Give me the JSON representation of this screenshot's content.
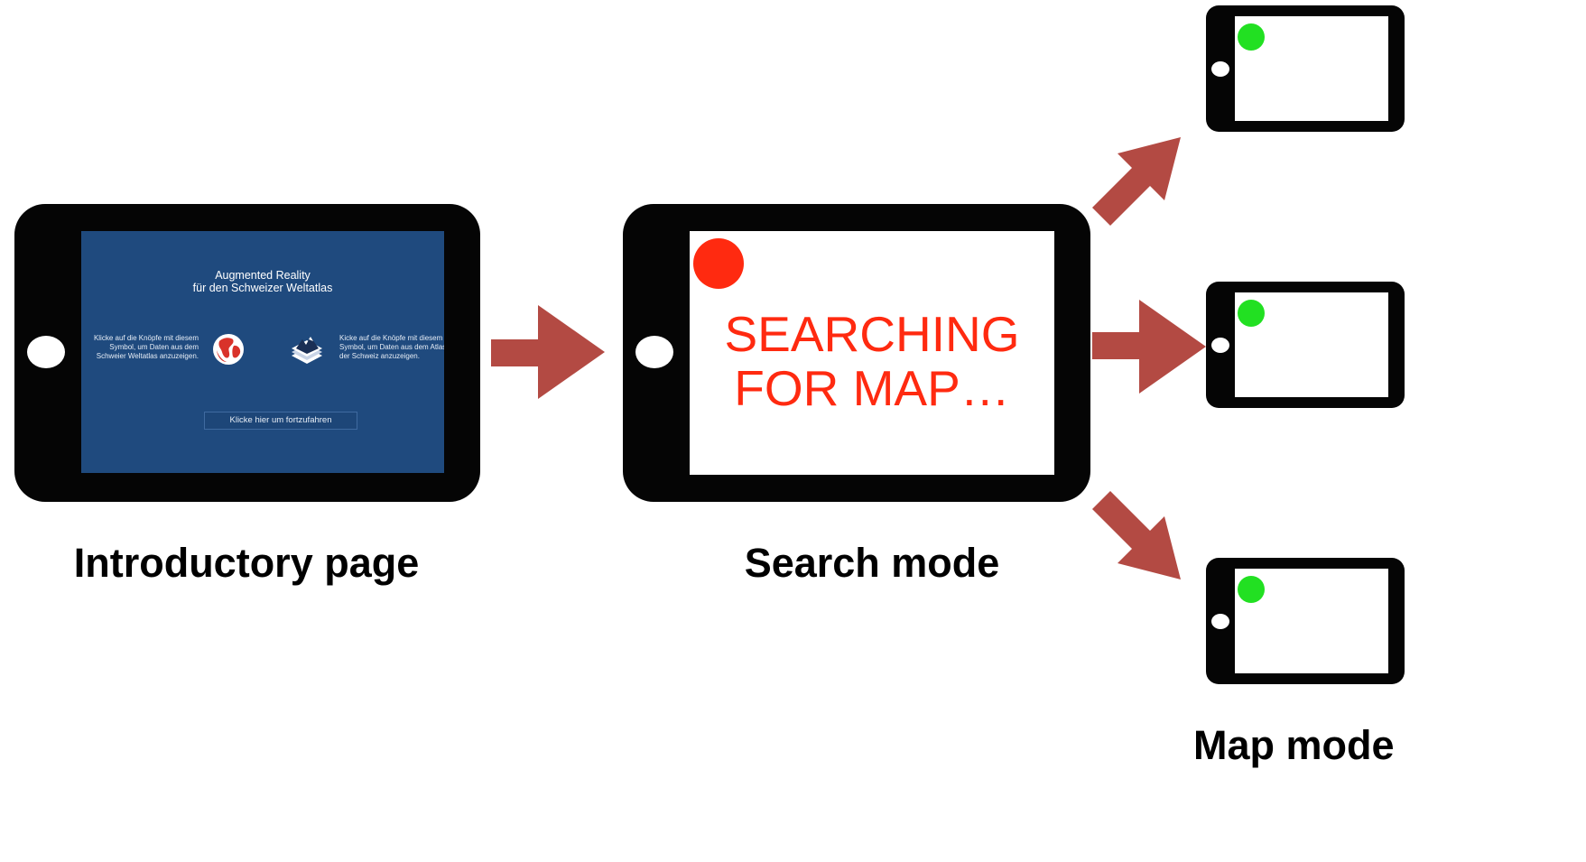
{
  "intro": {
    "title_line1": "Augmented Reality",
    "title_line2": "für den Schweizer Weltatlas",
    "left_note": "Klicke auf die Knöpfe mit diesem\nSymbol, um Daten aus dem\nSchweier Weltatlas anzuzeigen.",
    "right_note": "Kicke auf die Knöpfe mit diesem\nSymbol, um Daten aus dem Atlas\nder Schweiz anzuzeigen.",
    "button_label": "Klicke hier um fortzufahren",
    "caption": "Introductory page",
    "screen_color": "#1f4a7e"
  },
  "search": {
    "line1": "SEARCHING",
    "line2": "FOR MAP…",
    "caption": "Search mode",
    "indicator_color": "#ff2a10"
  },
  "map": {
    "caption": "Map mode",
    "indicator_color": "#22e022",
    "tablet_count": 3
  },
  "arrow_color": "#b34a43",
  "icons": [
    "globe-icon",
    "layered-mountain-icon"
  ]
}
